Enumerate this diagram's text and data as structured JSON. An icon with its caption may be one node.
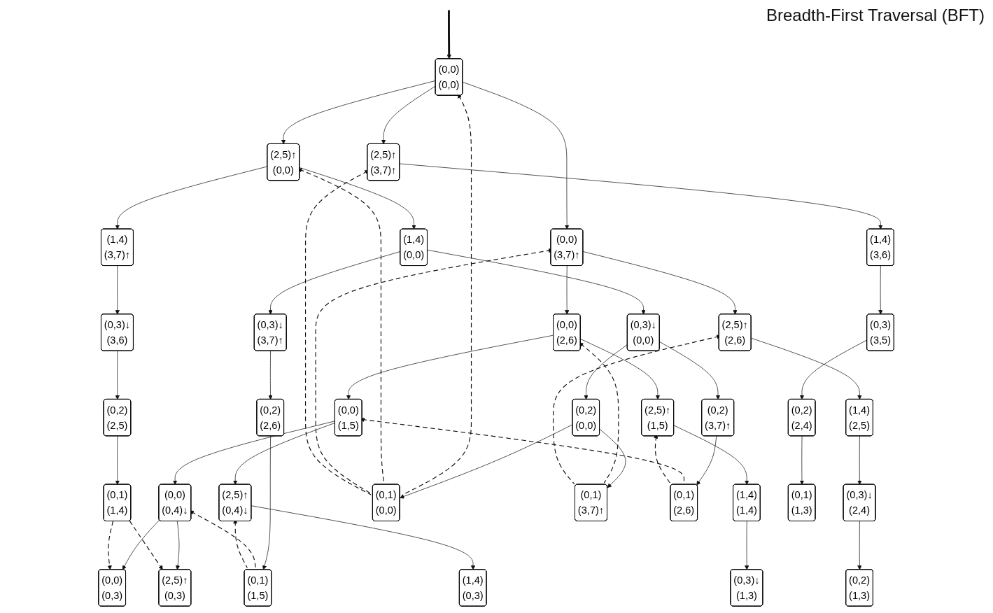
{
  "diagram": {
    "title": "Breadth-First Traversal (BFT)",
    "nodes": [
      {
        "text": [
          "(0,0)",
          "(0,0)"
        ]
      },
      {
        "text": [
          "(2,5)↑",
          "(0,0)"
        ]
      },
      {
        "text": [
          "(0,0)",
          "(3,7)↑"
        ]
      },
      {
        "text": [
          "(2,5)↑",
          "(3,7)↑"
        ]
      },
      {
        "text": [
          "(1,4)",
          "(0,0)"
        ]
      },
      {
        "text": [
          "(1,4)",
          "(3,7)↑"
        ]
      },
      {
        "text": [
          "(0,0)",
          "(2,6)"
        ]
      },
      {
        "text": [
          "(2,5)↑",
          "(2,6)"
        ]
      },
      {
        "text": [
          "(1,4)",
          "(3,6)"
        ]
      },
      {
        "text": [
          "(0,3)↓",
          "(0,0)"
        ]
      },
      {
        "text": [
          "(0,3)↓",
          "(3,7)↑"
        ]
      },
      {
        "text": [
          "(0,3)↓",
          "(3,6)"
        ]
      },
      {
        "text": [
          "(0,0)",
          "(1,5)"
        ]
      },
      {
        "text": [
          "(2,5)↑",
          "(1,5)"
        ]
      },
      {
        "text": [
          "(1,4)",
          "(2,5)"
        ]
      },
      {
        "text": [
          "(0,3)",
          "(3,5)"
        ]
      },
      {
        "text": [
          "(0,2)",
          "(0,0)"
        ]
      },
      {
        "text": [
          "(0,2)",
          "(3,7)↑"
        ]
      },
      {
        "text": [
          "(0,2)",
          "(2,6)"
        ]
      },
      {
        "text": [
          "(0,2)",
          "(2,5)"
        ]
      },
      {
        "text": [
          "(0,0)",
          "(0,4)↓"
        ]
      },
      {
        "text": [
          "(2,5)↑",
          "(0,4)↓"
        ]
      },
      {
        "text": [
          "(1,4)",
          "(1,4)"
        ]
      },
      {
        "text": [
          "(0,3)↓",
          "(2,4)"
        ]
      },
      {
        "text": [
          "(0,2)",
          "(2,4)"
        ]
      },
      {
        "text": [
          "(0,1)",
          "(0,0)"
        ]
      },
      {
        "text": [
          "(0,1)",
          "(3,7)↑"
        ]
      },
      {
        "text": [
          "(0,1)",
          "(2,6)"
        ]
      },
      {
        "text": [
          "(0,1)",
          "(1,5)"
        ]
      },
      {
        "text": [
          "(0,1)",
          "(1,4)"
        ]
      },
      {
        "text": [
          "(0,0)",
          "(0,3)"
        ]
      },
      {
        "text": [
          "(2,5)↑",
          "(0,3)"
        ]
      },
      {
        "text": [
          "(1,4)",
          "(0,3)"
        ]
      },
      {
        "text": [
          "(0,3)↓",
          "(1,3)"
        ]
      },
      {
        "text": [
          "(0,2)",
          "(1,3)"
        ]
      },
      {
        "text": [
          "(0,1)",
          "(1,3)"
        ]
      }
    ],
    "edges": [
      {
        "from": null,
        "to": 0,
        "arrow": "to",
        "style": "thick"
      },
      {
        "from": 0,
        "to": 1,
        "arrow": "to"
      },
      {
        "from": 0,
        "to": 2,
        "arrow": "to"
      },
      {
        "from": 0,
        "to": 3,
        "arrow": "to"
      },
      {
        "from": 1,
        "to": 4,
        "arrow": "to"
      },
      {
        "from": 1,
        "to": 5,
        "arrow": "to"
      },
      {
        "from": 2,
        "to": 6,
        "arrow": "to"
      },
      {
        "from": 2,
        "to": 7,
        "arrow": "to"
      },
      {
        "from": 3,
        "to": 8,
        "arrow": "to"
      },
      {
        "from": 4,
        "to": 9,
        "arrow": "to"
      },
      {
        "from": 4,
        "to": 10,
        "arrow": "to"
      },
      {
        "from": 5,
        "to": 11,
        "arrow": "to"
      },
      {
        "from": 6,
        "to": 12,
        "arrow": "to"
      },
      {
        "from": 6,
        "to": 13,
        "arrow": "to"
      },
      {
        "from": 7,
        "to": 14,
        "arrow": "to"
      },
      {
        "from": 8,
        "to": 15,
        "arrow": "to"
      },
      {
        "from": 9,
        "to": 16,
        "arrow": "to"
      },
      {
        "from": 9,
        "to": 17,
        "arrow": "to"
      },
      {
        "from": 10,
        "to": 18,
        "arrow": "to"
      },
      {
        "from": 11,
        "to": 19,
        "arrow": "to"
      },
      {
        "from": 12,
        "to": 20,
        "arrow": "to"
      },
      {
        "from": 12,
        "to": 21,
        "arrow": "to"
      },
      {
        "from": 13,
        "to": 22,
        "arrow": "to"
      },
      {
        "from": 14,
        "to": 23,
        "arrow": "to"
      },
      {
        "from": 15,
        "to": 24,
        "arrow": "to"
      },
      {
        "from": 16,
        "to": 25,
        "arrow": "to"
      },
      {
        "from": 16,
        "to": 26,
        "arrow": "to"
      },
      {
        "from": 17,
        "to": 27,
        "arrow": "to"
      },
      {
        "from": 18,
        "to": 28,
        "arrow": "to"
      },
      {
        "from": 19,
        "to": 29,
        "arrow": "to"
      },
      {
        "from": 20,
        "to": 30,
        "arrow": "to"
      },
      {
        "from": 20,
        "to": 31,
        "arrow": "to"
      },
      {
        "from": 21,
        "to": 32,
        "arrow": "to"
      },
      {
        "from": 22,
        "to": 33,
        "arrow": "to"
      },
      {
        "from": 23,
        "to": 34,
        "arrow": "to"
      },
      {
        "from": 24,
        "to": 35,
        "arrow": "to"
      },
      {
        "from": 25,
        "to": 0,
        "arrow": "to",
        "style": "dashed"
      },
      {
        "from": 25,
        "to": 1,
        "arrow": "to",
        "style": "dashed"
      },
      {
        "from": 25,
        "to": 2,
        "arrow": "to",
        "style": "dashed"
      },
      {
        "from": 25,
        "to": 3,
        "arrow": "to",
        "style": "dashed"
      },
      {
        "from": 26,
        "to": 6,
        "arrow": "to",
        "style": "dashed"
      },
      {
        "from": 26,
        "to": 7,
        "arrow": "to",
        "style": "dashed"
      },
      {
        "from": 27,
        "to": 12,
        "arrow": "to",
        "style": "dashed"
      },
      {
        "from": 27,
        "to": 13,
        "arrow": "to",
        "style": "dashed"
      },
      {
        "from": 28,
        "to": 20,
        "arrow": "to",
        "style": "dashed"
      },
      {
        "from": 28,
        "to": 21,
        "arrow": "to",
        "style": "dashed"
      },
      {
        "from": 29,
        "to": 30,
        "arrow": "to",
        "style": "dashed"
      },
      {
        "from": 29,
        "to": 31,
        "arrow": "to",
        "style": "dashed"
      }
    ]
  }
}
